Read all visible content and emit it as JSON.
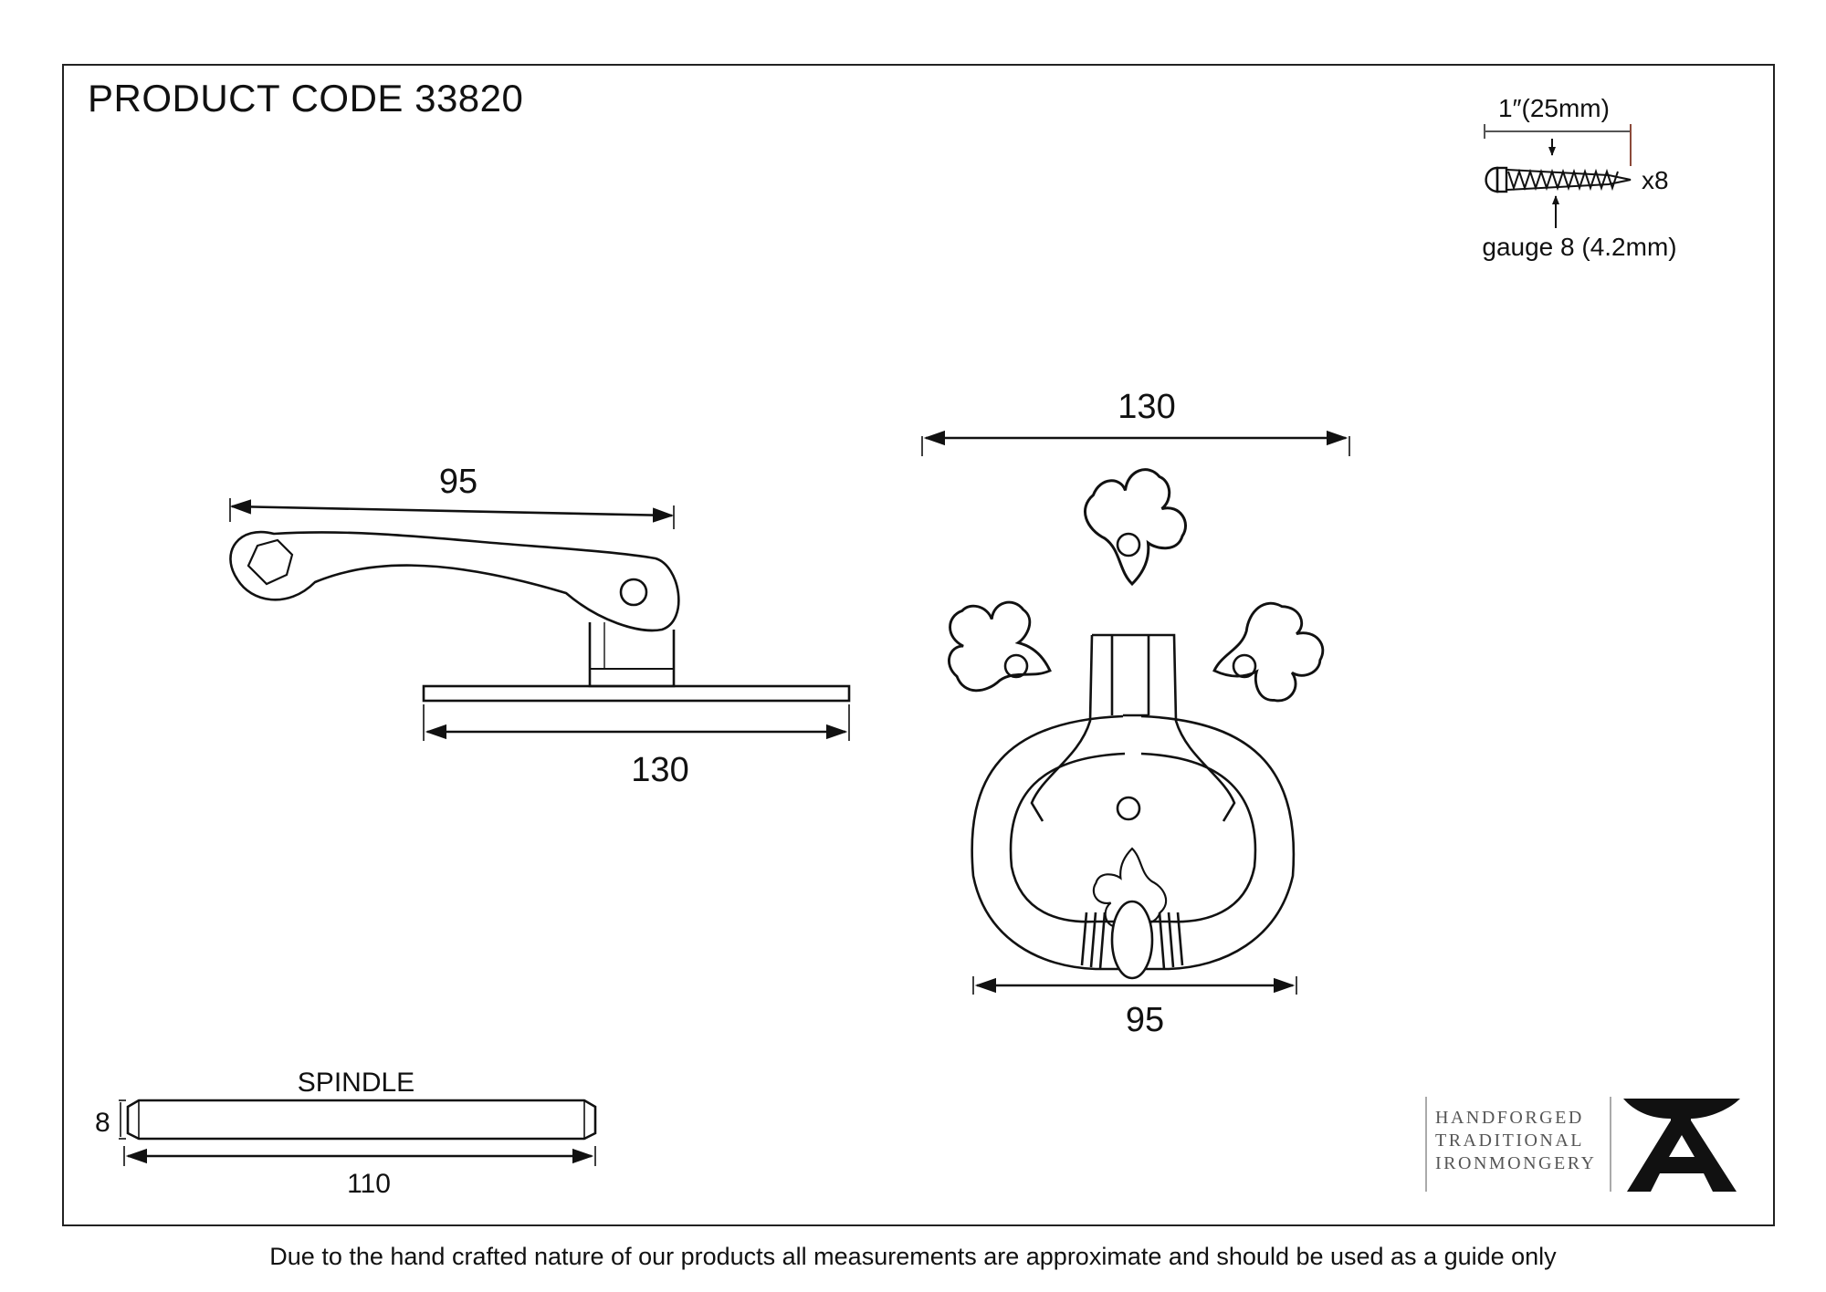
{
  "header": {
    "product_code": "PRODUCT CODE 33820"
  },
  "screw": {
    "length": "1″(25mm)",
    "quantity": "x8",
    "gauge": "gauge 8 (4.2mm)"
  },
  "side_view": {
    "lever_length": "95",
    "plate_length": "130"
  },
  "front_view": {
    "width": "130",
    "ring_width": "95"
  },
  "spindle": {
    "label": "SPINDLE",
    "thickness": "8",
    "length": "110"
  },
  "brand": {
    "lines": [
      "HANDFORGED",
      "TRADITIONAL",
      "IRONMONGERY"
    ],
    "logo_icon": "anvil-icon"
  },
  "footer": {
    "disclaimer": "Due to the hand crafted nature of our products all measurements are approximate and should be used as a guide only"
  }
}
